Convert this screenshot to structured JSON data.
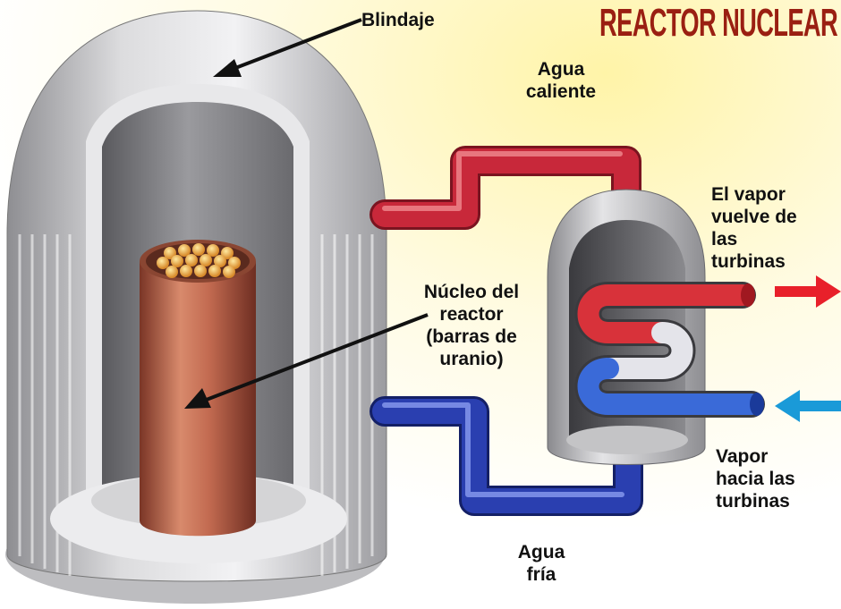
{
  "title": "REACTOR NUCLEAR",
  "labels": {
    "shielding": "Blindaje",
    "hot_water": "Agua\ncaliente",
    "core": "Núcleo del\nreactor\n(barras de\nuranio)",
    "steam_return": "El vapor\nvuelve de\nlas\nturbinas",
    "steam_out": "Vapor\nhacia las\nturbinas",
    "cold_water": "Agua\nfría"
  },
  "colors": {
    "title": "#9a1f12",
    "hot_pipe": "#c8283a",
    "cold_pipe": "#2a3fb0",
    "arrow_out": "#e8202a",
    "arrow_in": "#1a9ad8",
    "shell": "#c9c9cc",
    "core": "#b8644a"
  }
}
